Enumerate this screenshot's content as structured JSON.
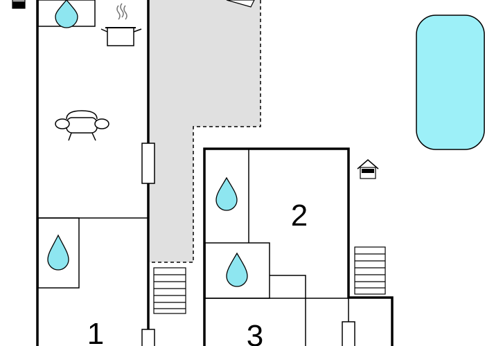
{
  "rooms": [
    {
      "label": "1"
    },
    {
      "label": "2"
    },
    {
      "label": "3"
    }
  ],
  "colors": {
    "wall": "#000000",
    "terrace": "#e0e0e0",
    "water": "#8ee6f0",
    "pool": "#9df0f8",
    "background": "#ffffff"
  },
  "icons": [
    "water-drop-icon",
    "kitchen-pot-icon",
    "sofa-icon",
    "stairs-icon",
    "window-icon",
    "fireplace-icon",
    "pool-icon"
  ]
}
